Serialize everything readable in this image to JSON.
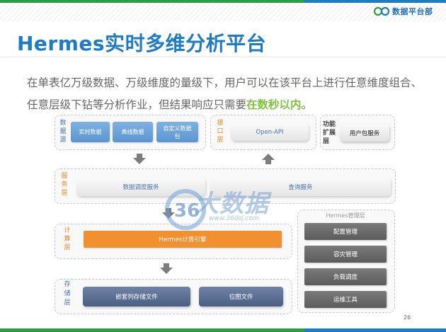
{
  "header": {
    "logo_text": "数据平台部"
  },
  "title": "Hermes实时多维分析平台",
  "intro": {
    "text1": "在单表亿万级数据、万级维度的量级下，用户可以在该平台上进行任意维度组合、任意层级下钻等分析作业，但结果响应只需要",
    "highlight": "在数秒以内",
    "text2": "。"
  },
  "diagram": {
    "data_source": {
      "label": "数据源",
      "items": [
        "实时数据",
        "离线数据",
        "自定义数据包"
      ]
    },
    "interface": {
      "label": "接口层",
      "item": "Open-API"
    },
    "extension": {
      "label": "功能扩展层",
      "item": "用户包服务"
    },
    "service": {
      "label": "服务层",
      "items": [
        "数据调度服务",
        "查询服务"
      ]
    },
    "compute": {
      "label": "计算层",
      "item": "Hermes计算引擎"
    },
    "storage": {
      "label": "存储层",
      "items": [
        "嵌套列存储文件",
        "位图文件"
      ]
    },
    "manager": {
      "title": "Hermes管理层",
      "items": [
        "配置管理",
        "容灾管理",
        "负载调度",
        "运维工具"
      ]
    }
  },
  "watermark": {
    "text": "大数据",
    "number": "36",
    "url": "www.36dsj.com"
  },
  "page_number": "26",
  "colors": {
    "title": "#1f7bc2",
    "highlight": "#7ec23d",
    "brand_green": "#2e9b47",
    "brand_blue": "#1e7cc4"
  }
}
